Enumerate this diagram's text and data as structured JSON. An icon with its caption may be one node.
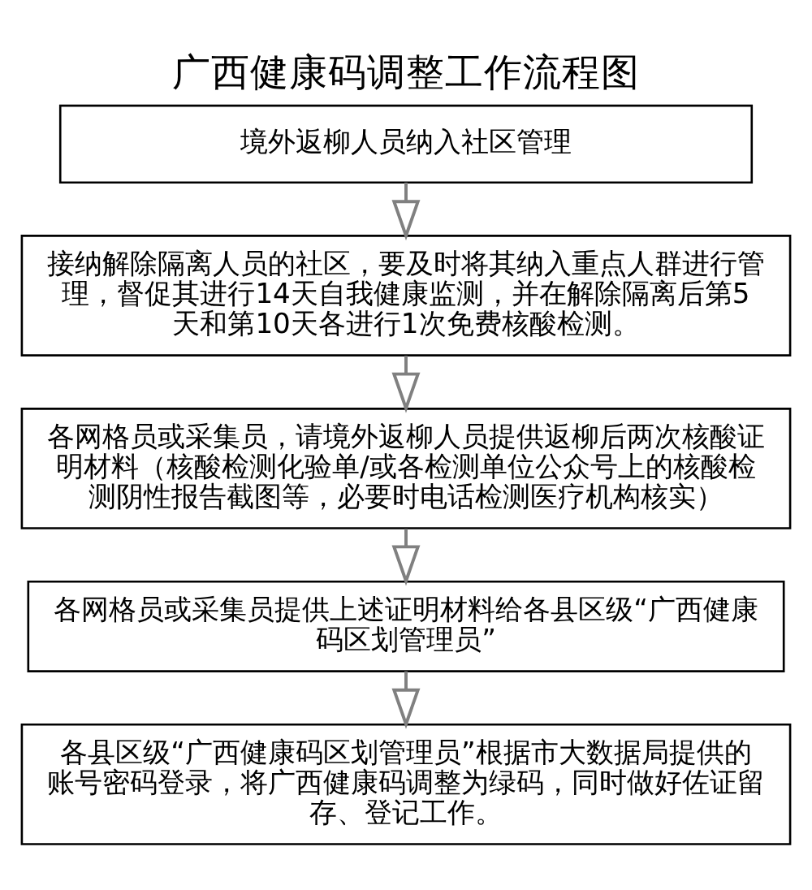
{
  "diagram": {
    "title": "广西健康码调整工作流程图",
    "nodes": [
      {
        "text": [
          "境外返柳人员纳入社区管理"
        ]
      },
      {
        "text": [
          "接纳解除隔离人员的社区，要及时将其纳入重点人群进行管理，督促其进行14天自我健康监测，并在解除隔离后第5天和第10天各进行1次免费核酸检测。"
        ]
      },
      {
        "text": [
          "各网格员或采集员，请境外返柳人员提供返柳后两次核酸证明材料（核酸检测化验单/或各检测单位公众号上的核酸检测阴性报告截图等，必要时电话检测医疗机构核实）"
        ]
      },
      {
        "text": [
          "各网格员或采集员提供上述证明材料给各县区级“广西健康码区划管理员”"
        ]
      },
      {
        "text": [
          "各县区级“广西健康码区划管理员”根据市大数据局提供的账号密码登录，将广西健康码调整为绿码，同时做好佐证留存、登记工作。"
        ]
      }
    ],
    "edges": [
      {
        "from": 0,
        "to": 1,
        "arrow": "to"
      },
      {
        "from": 1,
        "to": 2,
        "arrow": "to"
      },
      {
        "from": 2,
        "to": 3,
        "arrow": "to"
      },
      {
        "from": 3,
        "to": 4,
        "arrow": "to"
      }
    ]
  }
}
